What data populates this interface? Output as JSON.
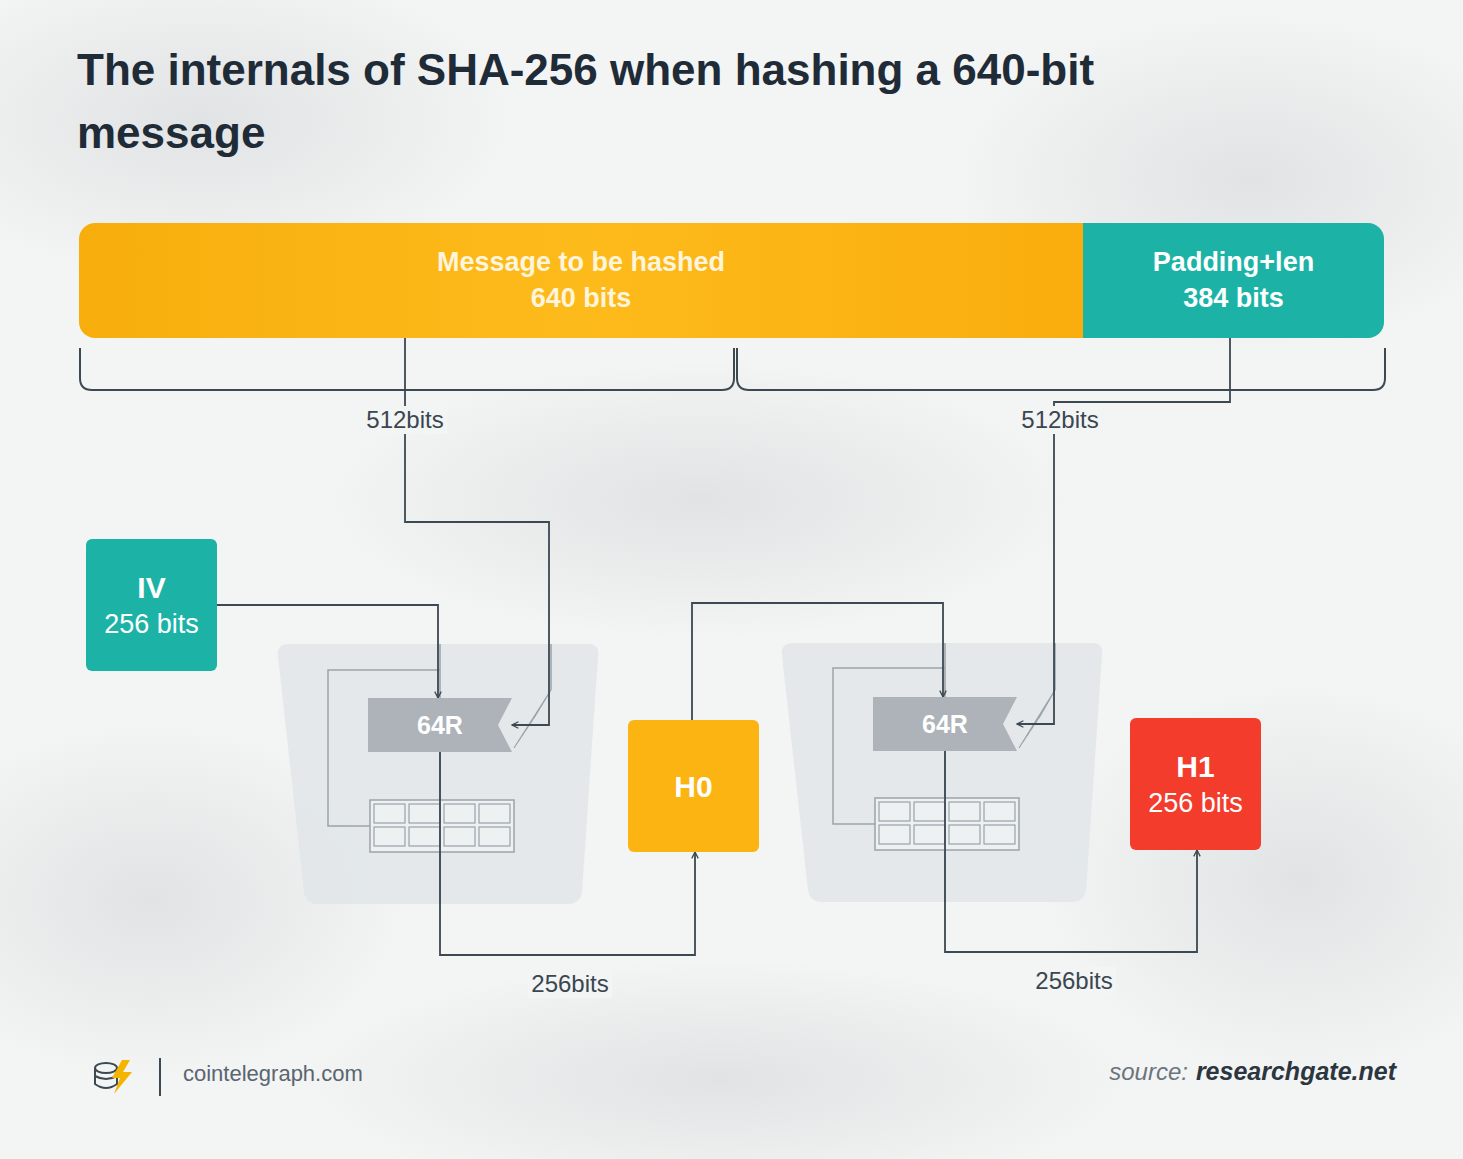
{
  "diagram": {
    "title": "The internals of SHA-256 when hashing a 640-bit message",
    "nodes": [
      {
        "text": [
          "Message to be hashed",
          "640 bits"
        ]
      },
      {
        "text": [
          "Padding+len",
          "384 bits"
        ]
      },
      {
        "text": [
          "IV",
          "256 bits"
        ]
      },
      {
        "text": [
          "64R"
        ]
      },
      {
        "text": [
          "H0"
        ]
      },
      {
        "text": [
          "64R"
        ]
      },
      {
        "text": [
          "H1",
          "256 bits"
        ]
      }
    ],
    "edges": [
      {
        "from": 2,
        "to": 3,
        "arrow": "to"
      },
      {
        "from": 0,
        "to": 3,
        "label": "512bits",
        "arrow": "to"
      },
      {
        "from": 3,
        "to": 4,
        "label": "256bits",
        "arrow": "to"
      },
      {
        "from": 4,
        "to": 5,
        "arrow": "to"
      },
      {
        "from": 1,
        "to": 5,
        "label": "512bits",
        "arrow": "to"
      },
      {
        "from": 5,
        "to": 6,
        "label": "256bits",
        "arrow": "to"
      }
    ],
    "labels": [
      "cointelegraph.com",
      "source:",
      "researchgate.net"
    ]
  }
}
